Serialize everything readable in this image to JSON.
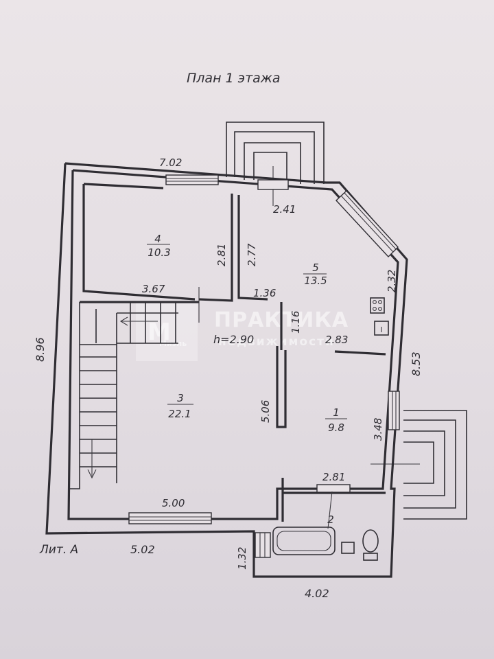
{
  "title": "План 1 этажа",
  "liter": "Лит. А",
  "ceiling_height": "h=2.90",
  "watermark": {
    "brand": "ПРАКТИКА",
    "sub": "недвижимости",
    "logo_text": "Миэль"
  },
  "rooms": [
    {
      "number": "4",
      "area": "10.3"
    },
    {
      "number": "5",
      "area": "13.5"
    },
    {
      "number": "3",
      "area": "22.1"
    },
    {
      "number": "1",
      "area": "9.8"
    },
    {
      "number": "2",
      "area": ""
    }
  ],
  "dimensions": {
    "top_left_width": "7.02",
    "porch_top": "2.41",
    "room4_height": "2.81",
    "room5_height": "2.77",
    "room4_width": "3.67",
    "room5_bottom": "1.36",
    "room5_side": "2.32",
    "door_gap": "1.16",
    "room1_width": "2.83",
    "left_height": "8.96",
    "right_height": "8.53",
    "room3_height": "5.06",
    "room1_height": "3.48",
    "bath_width": "2.81",
    "room3_width": "5.00",
    "bottom_left_width": "5.02",
    "bath_height": "1.32",
    "bath_bottom_width": "4.02"
  }
}
